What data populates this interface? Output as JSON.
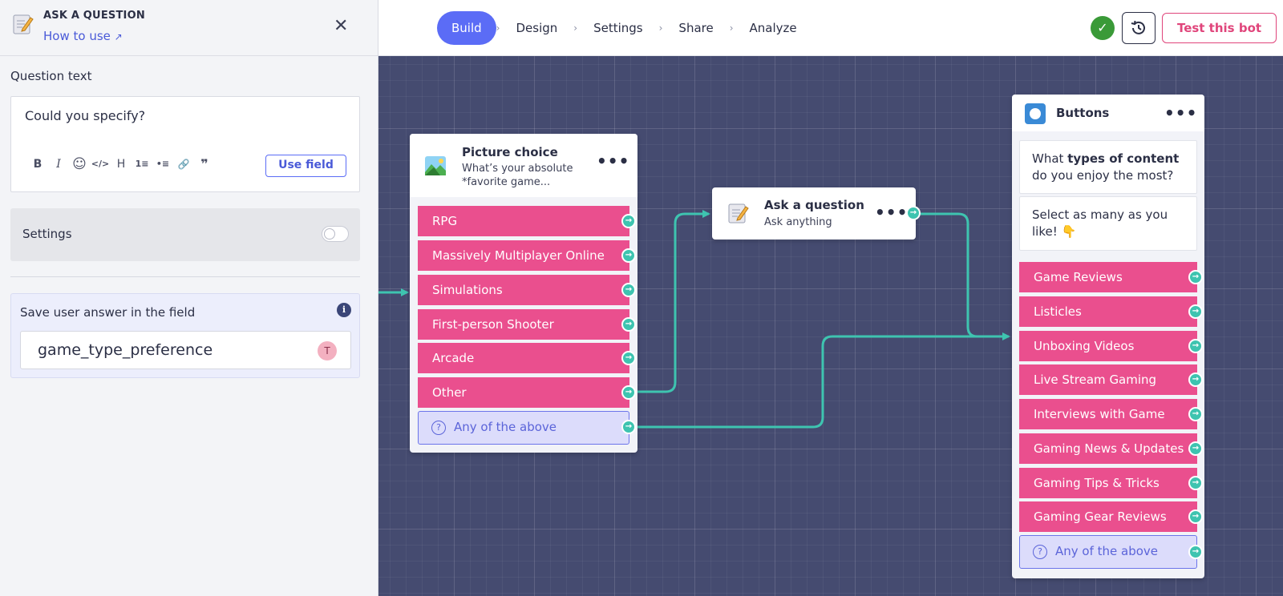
{
  "topbar": {
    "steps": [
      "Build",
      "Design",
      "Settings",
      "Share",
      "Analyze"
    ],
    "test_label": "Test this bot"
  },
  "panel": {
    "title": "ASK A QUESTION",
    "how_to_use": "How to use",
    "question_label": "Question text",
    "question_text": "Could you specify?",
    "toolbar": [
      "B",
      "I",
      "☺",
      "</>",
      "H",
      "1≡",
      "•≡",
      "🔗",
      "❞"
    ],
    "use_field_label": "Use field",
    "settings_label": "Settings",
    "save_label": "Save user answer in the field",
    "field_value": "game_type_preference",
    "field_badge": "T"
  },
  "picture_node": {
    "title": "Picture choice",
    "subtitle_line1": "What’s your absolute",
    "subtitle_line2": "*favorite game...",
    "items": [
      "RPG",
      "Massively Multiplayer Online",
      "Simulations",
      "First-person Shooter",
      "Arcade",
      "Other"
    ],
    "any_label": "Any of the above"
  },
  "ask_node": {
    "title": "Ask a question",
    "subtitle": "Ask anything"
  },
  "buttons_node": {
    "title": "Buttons",
    "msg1_pre": "What ",
    "msg1_bold": "types of content",
    "msg1_post": "do you enjoy the most?",
    "msg2_line1": "Select as many as you",
    "msg2_line2": "like! 👇",
    "items": [
      "Game Reviews",
      "Listicles",
      "Unboxing Videos",
      "Live Stream Gaming",
      "Interviews with Game",
      "Gaming News & Updates",
      "Gaming Tips & Tricks",
      "Gaming Gear Reviews"
    ],
    "any_label": "Any of the above"
  },
  "colors": {
    "accent": "#5b6cf6",
    "pink": "#ea4f8e",
    "wire": "#3ec4b0",
    "canvas": "#454b70"
  }
}
